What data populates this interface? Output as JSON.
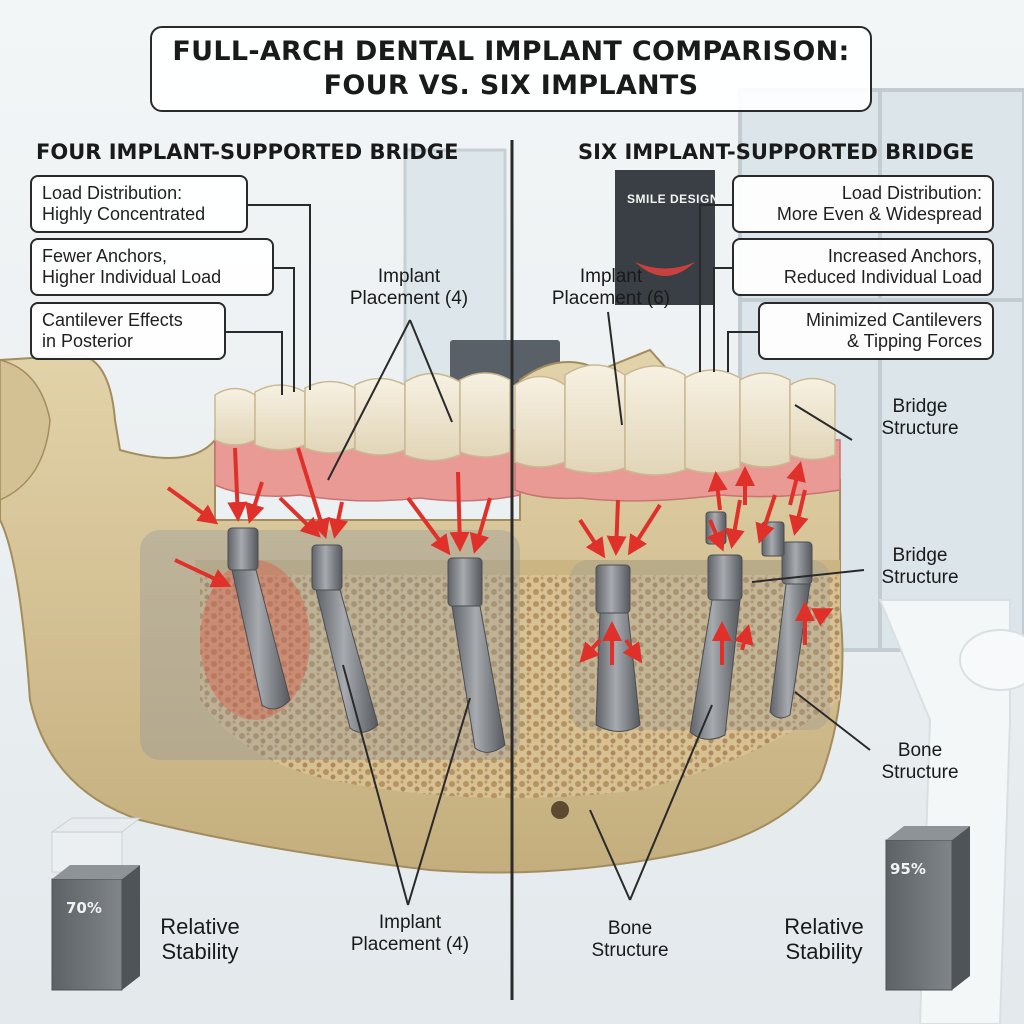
{
  "title": {
    "line1": "FULL-ARCH DENTAL IMPLANT COMPARISON:",
    "line2": "FOUR VS. SIX IMPLANTS"
  },
  "background": {
    "sign_text": "SMILE DESIGN"
  },
  "left": {
    "heading": "FOUR IMPLANT-SUPPORTED BRIDGE",
    "callouts": [
      {
        "line1": "Load Distribution:",
        "line2": "Highly Concentrated"
      },
      {
        "line1": "Fewer Anchors,",
        "line2": "Higher Individual Load"
      },
      {
        "line1": "Cantilever Effects",
        "line2": "in Posterior"
      }
    ],
    "placement_top": {
      "line1": "Implant",
      "line2": "Placement (4)"
    },
    "placement_bottom": {
      "line1": "Implant",
      "line2": "Placement (4)"
    },
    "stability": {
      "value": 70,
      "value_text": "70%",
      "line1": "Relative",
      "line2": "Stability"
    }
  },
  "right": {
    "heading": "SIX IMPLANT-SUPPORTED BRIDGE",
    "callouts": [
      {
        "line1": "Load Distribution:",
        "line2": "More Even & Widespread"
      },
      {
        "line1": "Increased Anchors,",
        "line2": "Reduced Individual Load"
      },
      {
        "line1": "Minimized Cantilevers",
        "line2": "& Tipping Forces"
      }
    ],
    "placement_top": {
      "line1": "Implant",
      "line2": "Placement (6)"
    },
    "bridge_structure_1": {
      "line1": "Bridge",
      "line2": "Structure"
    },
    "bridge_structure_2": {
      "line1": "Bridge",
      "line2": "Structure"
    },
    "bone_structure_right": {
      "line1": "Bone",
      "line2": "Structure"
    },
    "bone_structure_bottom": {
      "line1": "Bone",
      "line2": "Structure"
    },
    "stability": {
      "value": 95,
      "value_text": "95%",
      "line1": "Relative",
      "line2": "Stability"
    }
  },
  "colors": {
    "bone": "#d9c79c",
    "gum": "#e99a95",
    "tooth": "#f1e8d4",
    "implant": "#7d8185",
    "arrow": "#e0302a",
    "bar": "#6c7176"
  }
}
